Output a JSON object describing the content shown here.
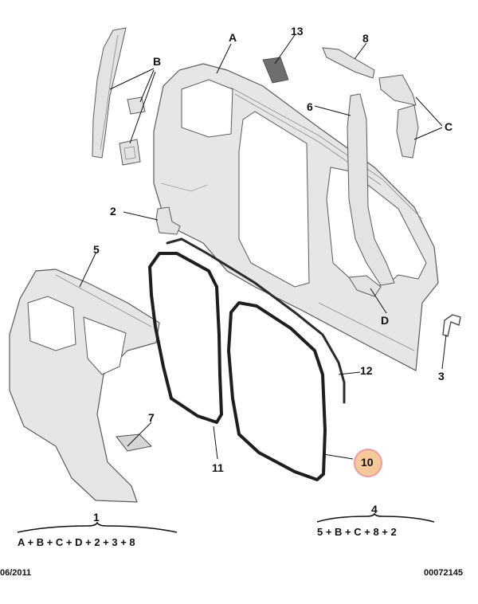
{
  "callouts": {
    "A": "A",
    "B": "B",
    "C": "C",
    "D": "D",
    "p1": "1",
    "p2": "2",
    "p3": "3",
    "p4": "4",
    "p5": "5",
    "p6": "6",
    "p7": "7",
    "p8": "8",
    "p10": "10",
    "p11": "11",
    "p12": "12",
    "p13": "13"
  },
  "formulas": {
    "assembly_1": "A + B + C + D + 2 + 3 + 8",
    "assembly_4": "5 + B + C + 8 + 2"
  },
  "footer": {
    "date": "06/2011",
    "code": "00072145"
  },
  "colors": {
    "panel_fill": "#e6e6e6",
    "panel_stroke": "#5a5a5a",
    "seal_stroke": "#1e1e1e",
    "highlight": "#f6c99a"
  }
}
